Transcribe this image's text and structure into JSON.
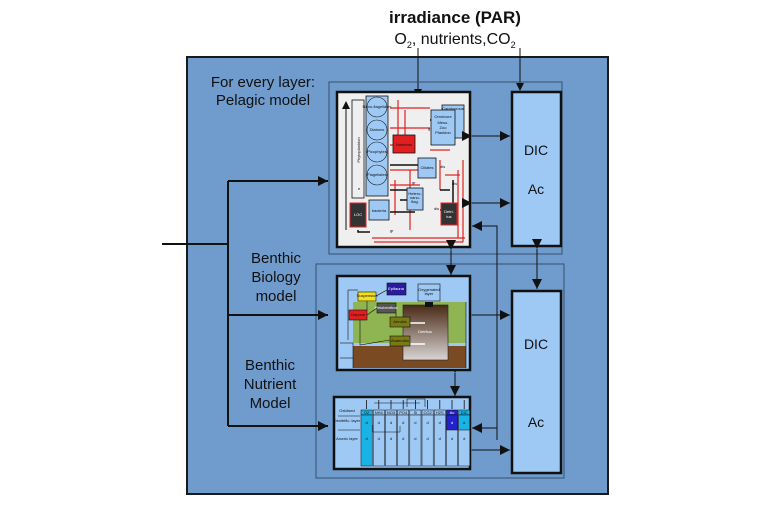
{
  "header": {
    "title": "irradiance (PAR)",
    "subtitle_parts": [
      "O",
      "2",
      ", nutrients,CO",
      "2"
    ]
  },
  "labels": {
    "pelagic_line1": "For every layer:",
    "pelagic_line2": "Pelagic model",
    "benthic_bio_line1": "Benthic",
    "benthic_bio_line2": "Biology",
    "benthic_bio_line3": "model",
    "benthic_nut_line1": "Benthic",
    "benthic_nut_line2": "Nutrient",
    "benthic_nut_line3": "Model"
  },
  "dic_boxes": [
    {
      "line1": "DIC",
      "line2": "Ac"
    },
    {
      "line1": "DIC",
      "line2": "Ac"
    }
  ],
  "pelagic_inner": {
    "phyto_label": "Phytoplankton",
    "phyto_groups": [
      "Nano-flagellates",
      "Diatoms",
      "Picophytes",
      "Flagellates"
    ],
    "zoo_label": "Omnivorous Meso-Zoo Plankton",
    "zoo_back_label": "Carnivorous",
    "nutrients_label": "Nutrients",
    "ciliates_label": "Ciliates",
    "hetero_label": "Hetero-nano-flag.",
    "loc_label": "LOC",
    "bacteria_label": "bacteria",
    "detritus_label": "Detri-tus",
    "flux_labels": [
      "gr",
      "gr",
      "gr",
      "exu",
      "gr",
      "upt",
      "dis",
      "dis"
    ]
  },
  "benthic_bio_inner": {
    "boxes": [
      "Suspension feeders",
      "Epifauna",
      "Oxygenated layer",
      "Deposit feeders",
      "Meiobenthos",
      "Anaerobic bacteria",
      "Aerobic bacteria",
      "Detritus"
    ],
    "zones": [
      "oxygenated",
      "reduced",
      "anoxic"
    ]
  },
  "benthic_nut_inner": {
    "columns": [
      "O2 ",
      "NH4",
      "NO3",
      "PO4",
      "Si",
      "CO2",
      "H2S",
      "Ac",
      "DIC"
    ],
    "rows": [
      "Oxidised",
      "Denitrific. layer",
      "Anoxic layer"
    ],
    "cell_mark": "d"
  },
  "colors": {
    "outer_bg": "#6f9ccd",
    "panel_bg": "#9ec9f5",
    "white_panel": "#efefef",
    "red": "#e02020",
    "dark_box": "#333333",
    "cyan": "#1ab3e6",
    "blue_dark": "#2222cc",
    "olive": "#8fb552",
    "brown": "#7a4a22"
  }
}
